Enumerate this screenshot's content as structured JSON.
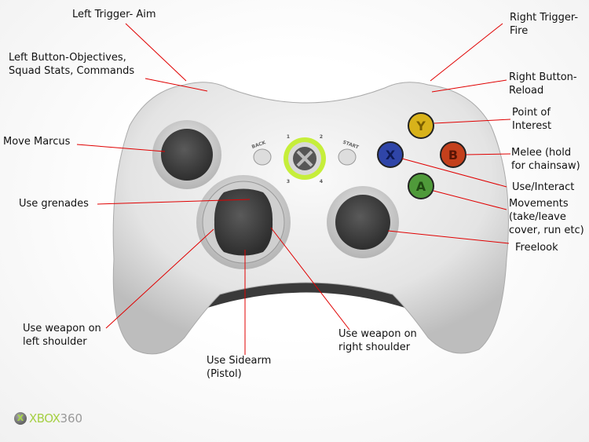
{
  "labels": {
    "left_trigger": "Left Trigger- Aim",
    "left_button": "Left Button-Objectives,\nSquad Stats, Commands",
    "move": "Move Marcus",
    "grenades": "Use grenades",
    "left_shoulder": "Use weapon on\nleft shoulder",
    "sidearm": "Use Sidearm\n(Pistol)",
    "right_shoulder": "Use weapon on\nright shoulder",
    "right_trigger": "Right Trigger-\nFire",
    "right_button": "Right Button-\nReload",
    "point_of_interest": "Point of\nInterest",
    "melee": "Melee (hold\nfor chainsaw)",
    "use_interact": "Use/Interact",
    "movements": "Movements\n(take/leave\ncover, run etc)",
    "freelook": "Freelook"
  },
  "controller": {
    "back": "BACK",
    "start": "START",
    "y": "Y",
    "x": "X",
    "b": "B",
    "a": "A",
    "q1": "1",
    "q2": "2",
    "q3": "3",
    "q4": "4"
  },
  "colors": {
    "line": "#e00000",
    "y": "#d8b21a",
    "x": "#2f45a8",
    "b": "#c4401c",
    "a": "#4f9a3a",
    "guide_ring": "#c6ee3a"
  },
  "logo": {
    "symbol": "X",
    "brand": "XBOX",
    "number": "360"
  }
}
